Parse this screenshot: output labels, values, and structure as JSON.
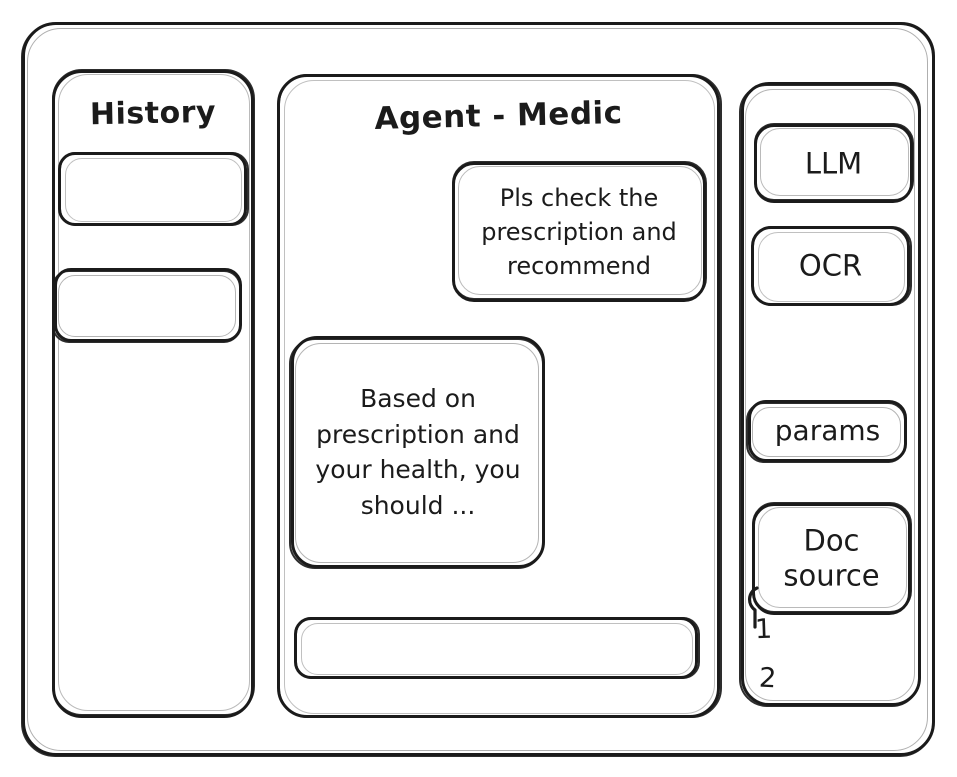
{
  "window": {
    "style": "hand-drawn-wireframe",
    "ink_color": "#1b1b1b",
    "paper_color": "#ffffff"
  },
  "history": {
    "title": "History",
    "items": [
      {
        "label": ""
      },
      {
        "label": ""
      }
    ]
  },
  "agent": {
    "title": "Agent - Medic",
    "messages": [
      {
        "role": "user",
        "text": "Pls check the prescription and recommend"
      },
      {
        "role": "assistant",
        "text": "Based on prescription and your health, you should ..."
      }
    ],
    "composer": {
      "value": "",
      "placeholder": ""
    }
  },
  "tools": {
    "chips": [
      {
        "label": "LLM"
      },
      {
        "label": "OCR"
      },
      {
        "label": "params"
      },
      {
        "label": "Doc\nsource"
      }
    ],
    "doc_refs": [
      "1",
      "2"
    ]
  }
}
